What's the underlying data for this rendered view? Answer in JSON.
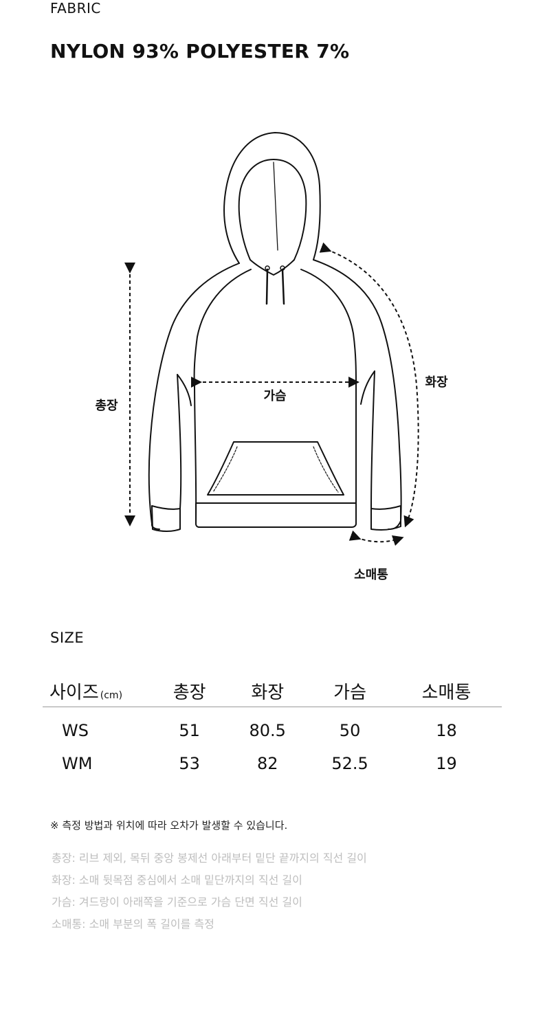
{
  "fabric": {
    "label": "FABRIC",
    "value": "NYLON 93% POLYESTER 7%"
  },
  "diagram": {
    "labels": {
      "total_length": "총장",
      "sleeve_length": "화장",
      "chest": "가슴",
      "sleeve_opening": "소매통"
    }
  },
  "size": {
    "label": "SIZE",
    "header": {
      "first": "사이즈",
      "unit": "(cm)",
      "columns": [
        "총장",
        "화장",
        "가슴",
        "소매통"
      ]
    },
    "rows": [
      {
        "size": "WS",
        "values": [
          "51",
          "80.5",
          "50",
          "18"
        ]
      },
      {
        "size": "WM",
        "values": [
          "53",
          "82",
          "52.5",
          "19"
        ]
      }
    ]
  },
  "notice": "※ 측정 방법과 위치에 따라 오차가 발생할 수 있습니다.",
  "notes": [
    "총장: 리브 제외, 목뒤 중앙 봉제선 아래부터 밑단 끝까지의 직선 길이",
    "화장: 소매 뒷목점 중심에서 소매 밑단까지의 직선 길이",
    "가슴: 겨드랑이 아래쪽을 기준으로 가슴 단면 직선 길이",
    "소매통: 소매 부분의 폭 길이를 측정"
  ]
}
